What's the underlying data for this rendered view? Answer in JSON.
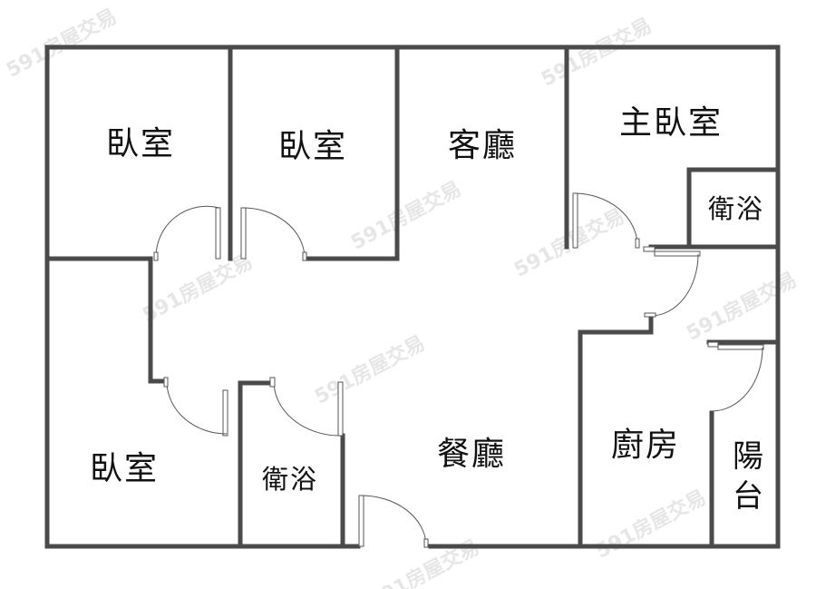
{
  "watermark": "591房屋交易",
  "rooms": {
    "bedroom_1": "臥室",
    "bedroom_2": "臥室",
    "living_room": "客廳",
    "master_bedroom": "主臥室",
    "master_bath": "衛浴",
    "bedroom_3": "臥室",
    "bath": "衛浴",
    "dining_room": "餐廳",
    "kitchen": "廚房",
    "balcony": "陽台"
  },
  "colors": {
    "wall": "#4a4a4a"
  }
}
